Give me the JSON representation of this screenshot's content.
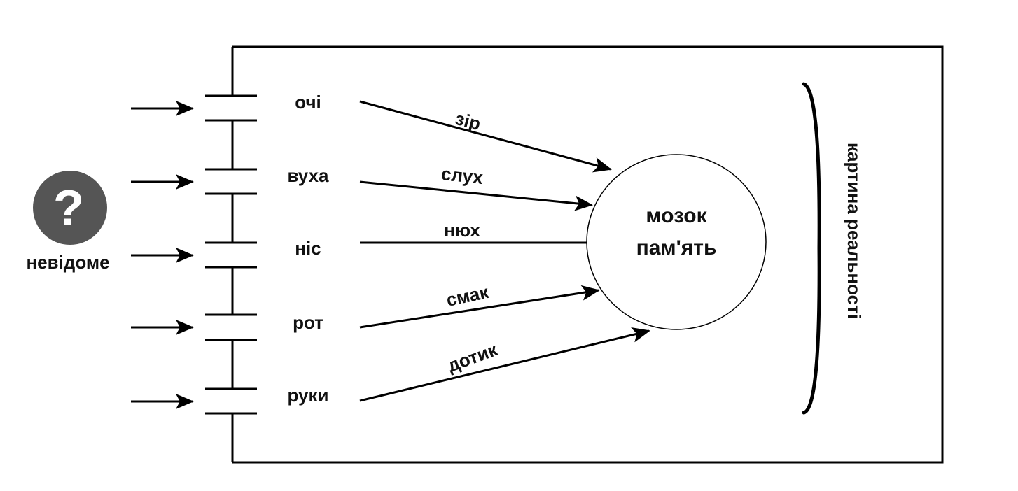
{
  "unknown": {
    "symbol": "?",
    "label": "невідоме",
    "color": "#555555"
  },
  "senses": [
    {
      "organ": "очі",
      "channel": "зір"
    },
    {
      "organ": "вуха",
      "channel": "слух"
    },
    {
      "organ": "ніс",
      "channel": "нюх"
    },
    {
      "organ": "рот",
      "channel": "смак"
    },
    {
      "organ": "руки",
      "channel": "дотик"
    }
  ],
  "brain": {
    "line1": "мозок",
    "line2": "пам'ять"
  },
  "result": "картина реальності"
}
